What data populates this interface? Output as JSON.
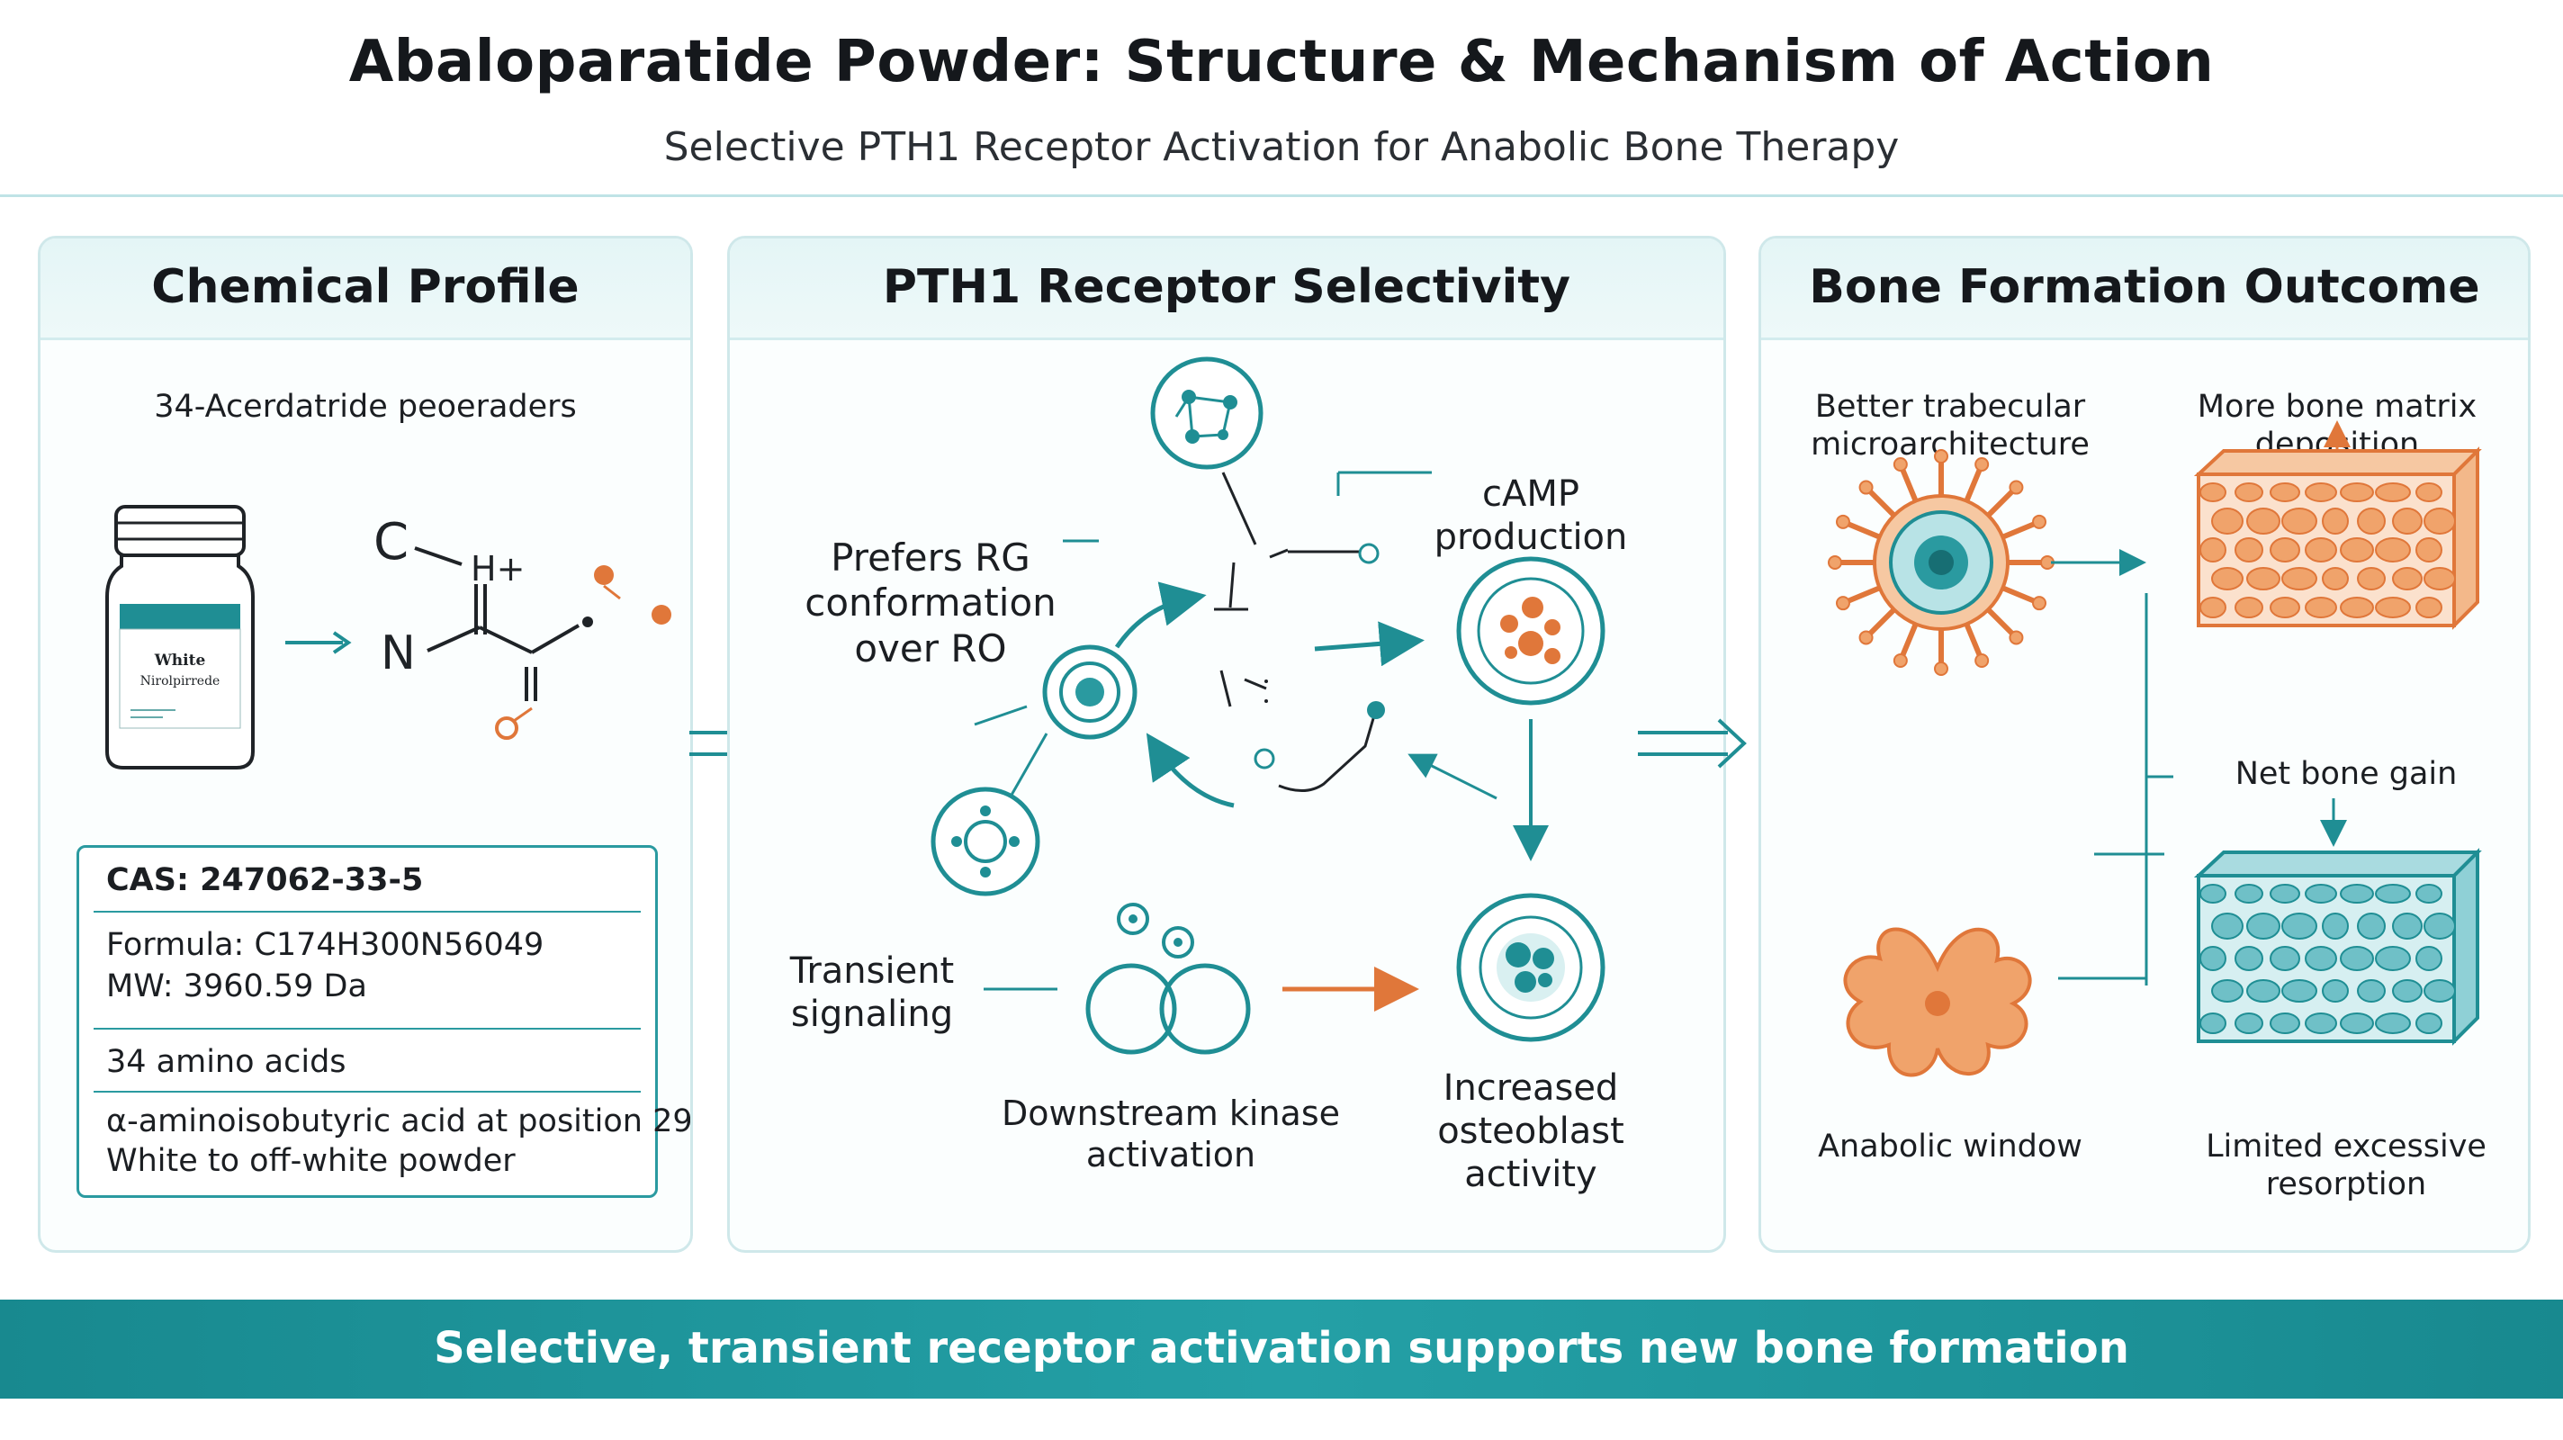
{
  "header": {
    "title": "Abaloparatide Powder: Structure & Mechanism of Action",
    "subtitle": "Selective PTH1 Receptor Activation for Anabolic Bone Therapy"
  },
  "panels": {
    "chemical": {
      "title": "Chemical Profile",
      "caption": "34-Acerdatride peoeraders",
      "bottle_label": [
        "White",
        "Nirolpirrede"
      ],
      "structure_atoms": [
        "C",
        "H+",
        "N"
      ],
      "cas": "CAS: 247062-33-5",
      "formula": "Formula: C174H300N56049",
      "mw": "MW: 3960.59 Da",
      "amino_acids": "34 amino acids",
      "aib": "α-aminoisobutyric acid at position 29",
      "appearance": "White to off-white powder"
    },
    "receptor": {
      "title": "PTH1 Receptor Selectivity",
      "prefers_line1": "Prefers RG",
      "prefers_line2": "conformation",
      "prefers_line3": "over RO",
      "camp_line1": "cAMP",
      "camp_line2": "production",
      "transient_line1": "Transient",
      "transient_line2": "signaling",
      "kinase_line1": "Downstream kinase",
      "kinase_line2": "activation",
      "osteo_line1": "Increased",
      "osteo_line2": "osteoblast",
      "osteo_line3": "activity"
    },
    "outcome": {
      "title": "Bone Formation Outcome",
      "trabecular_line1": "Better trabecular",
      "trabecular_line2": "microarchitecture",
      "matrix_line1": "More bone matrix",
      "matrix_line2": "deposition",
      "net_gain": "Net bone gain",
      "anabolic_window": "Anabolic window",
      "resorption_line1": "Limited excessive",
      "resorption_line2": "resorption"
    }
  },
  "footer": {
    "banner": "Selective, transient receptor activation supports new bone formation"
  },
  "colors": {
    "teal": "#1f8e94",
    "orange": "#e0773a",
    "light_teal": "#d9f0f1"
  }
}
